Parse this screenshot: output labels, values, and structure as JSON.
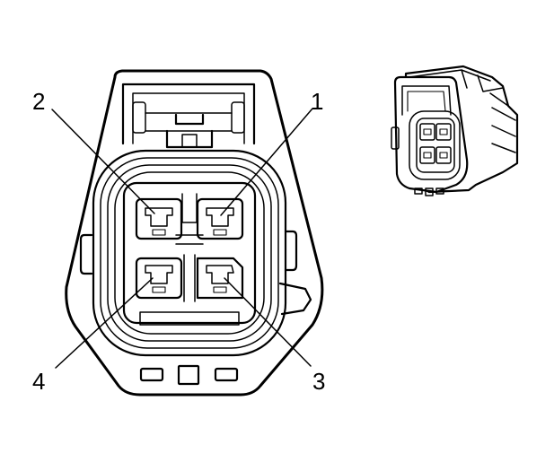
{
  "diagram": {
    "pin_labels": [
      {
        "id": "pin1",
        "text": "1"
      },
      {
        "id": "pin2",
        "text": "2"
      },
      {
        "id": "pin3",
        "text": "3"
      },
      {
        "id": "pin4",
        "text": "4"
      }
    ]
  }
}
